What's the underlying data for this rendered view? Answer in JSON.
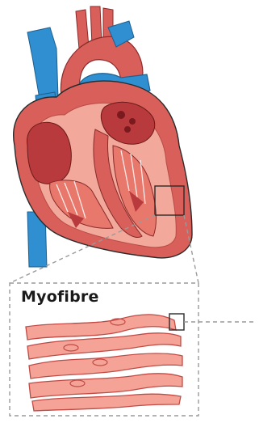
{
  "figure": {
    "inset_title": "Myofibre",
    "colors": {
      "vessel_blue": "#2f8fd0",
      "muscle_dark_red": "#b83a3c",
      "muscle_mid_red": "#d9605a",
      "muscle_light": "#f2a89a",
      "fibre_fill": "#f4a396",
      "fibre_stroke": "#c24a45",
      "outline": "#2a2a2a",
      "dash_grey": "#9a9a9a"
    },
    "icons": [
      "heart-cross-section",
      "myofibre-bundle"
    ]
  }
}
